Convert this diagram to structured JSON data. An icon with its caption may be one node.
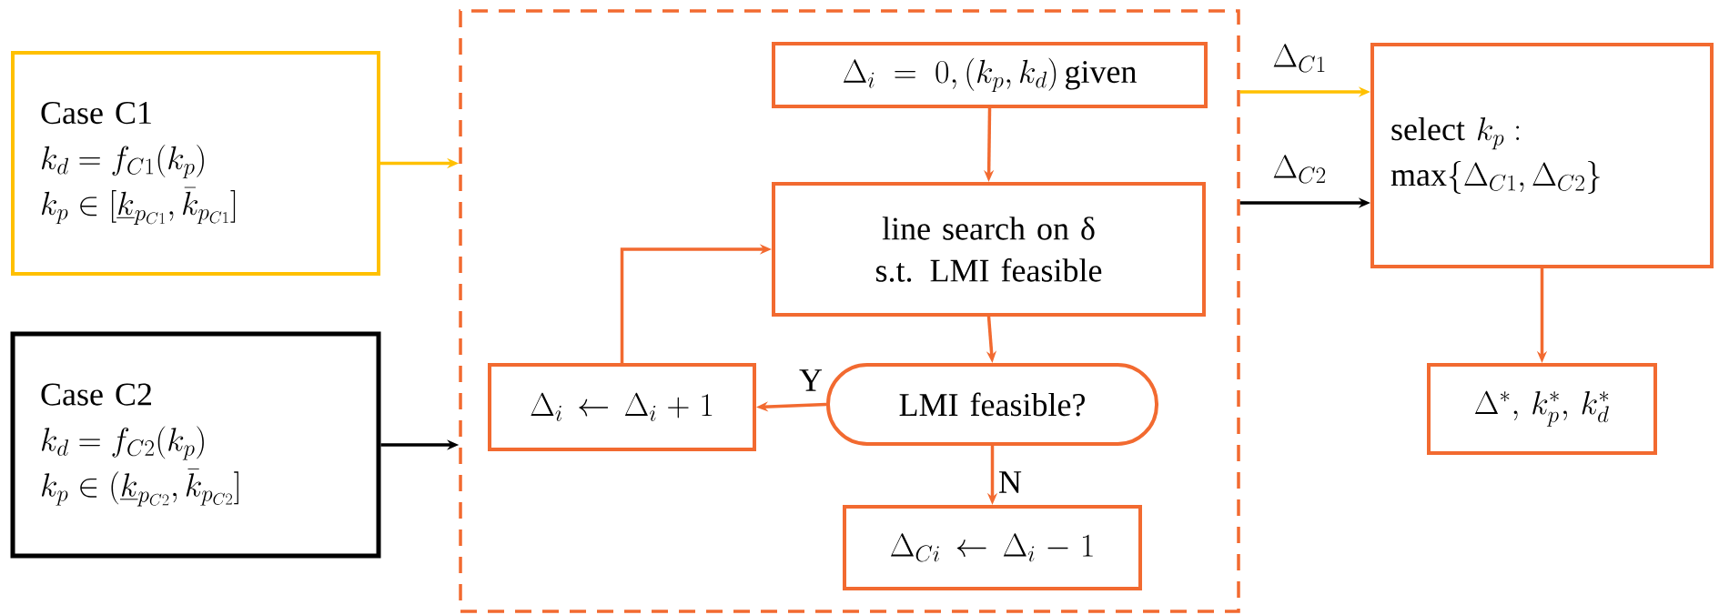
{
  "diagram": {
    "nodes": [
      {
        "text": [
          "Case C1",
          "k_d = f_{C1}(k_p)",
          "k_p \\in [\\underline{k}_{p_{C1}}, \\bar{k}_{p_{C1}}]"
        ]
      },
      {
        "text": [
          "Case C2",
          "k_d = f_{C2}(k_p)",
          "k_p \\in (\\underline{k}_{p_{C2}}, \\bar{k}_{p_{C2}}]"
        ]
      },
      {
        "text": [],
        "shape": "box"
      },
      {
        "text": [
          "\\Delta_i = 0, (k_p, k_d)\\,\\mathrm{given}"
        ],
        "in": 2
      },
      {
        "text": [
          "line search on δ s.t. LMI feasible"
        ],
        "in": 2
      },
      {
        "text": [
          "LMI feasible?"
        ],
        "in": 2
      },
      {
        "text": [
          "\\Delta_i \\leftarrow \\Delta_i + 1"
        ],
        "in": 2
      },
      {
        "text": [
          "\\Delta_{Ci} \\leftarrow \\Delta_i - 1"
        ],
        "in": 2
      },
      {
        "text": [
          "\\mathrm{select}\\ k_p :",
          "\\max\\{\\Delta_{C1}, \\Delta_{C2}\\}"
        ]
      },
      {
        "text": [
          "\\Delta^*,\\, k_p^*,\\, k_d^*"
        ]
      }
    ],
    "edges": [
      {
        "from": 0,
        "to": 2,
        "arrow": "to",
        "color": "#ffc000"
      },
      {
        "from": 1,
        "to": 2,
        "arrow": "to",
        "color": "#000000"
      },
      {
        "from": 3,
        "to": 4,
        "arrow": "to"
      },
      {
        "from": 4,
        "to": 5,
        "arrow": "to"
      },
      {
        "from": 5,
        "to": 6,
        "arrow": "to",
        "label": "Y"
      },
      {
        "from": 6,
        "to": 4,
        "arrow": "to"
      },
      {
        "from": 5,
        "to": 7,
        "arrow": "to",
        "label": "N"
      },
      {
        "from": 2,
        "to": 8,
        "arrow": "to",
        "label": "\\Delta_{C1}",
        "color": "#ffc000"
      },
      {
        "from": 2,
        "to": 8,
        "arrow": "to",
        "label": "\\Delta_{C2}",
        "color": "#000000"
      },
      {
        "from": 8,
        "to": 9,
        "arrow": "to"
      }
    ]
  }
}
